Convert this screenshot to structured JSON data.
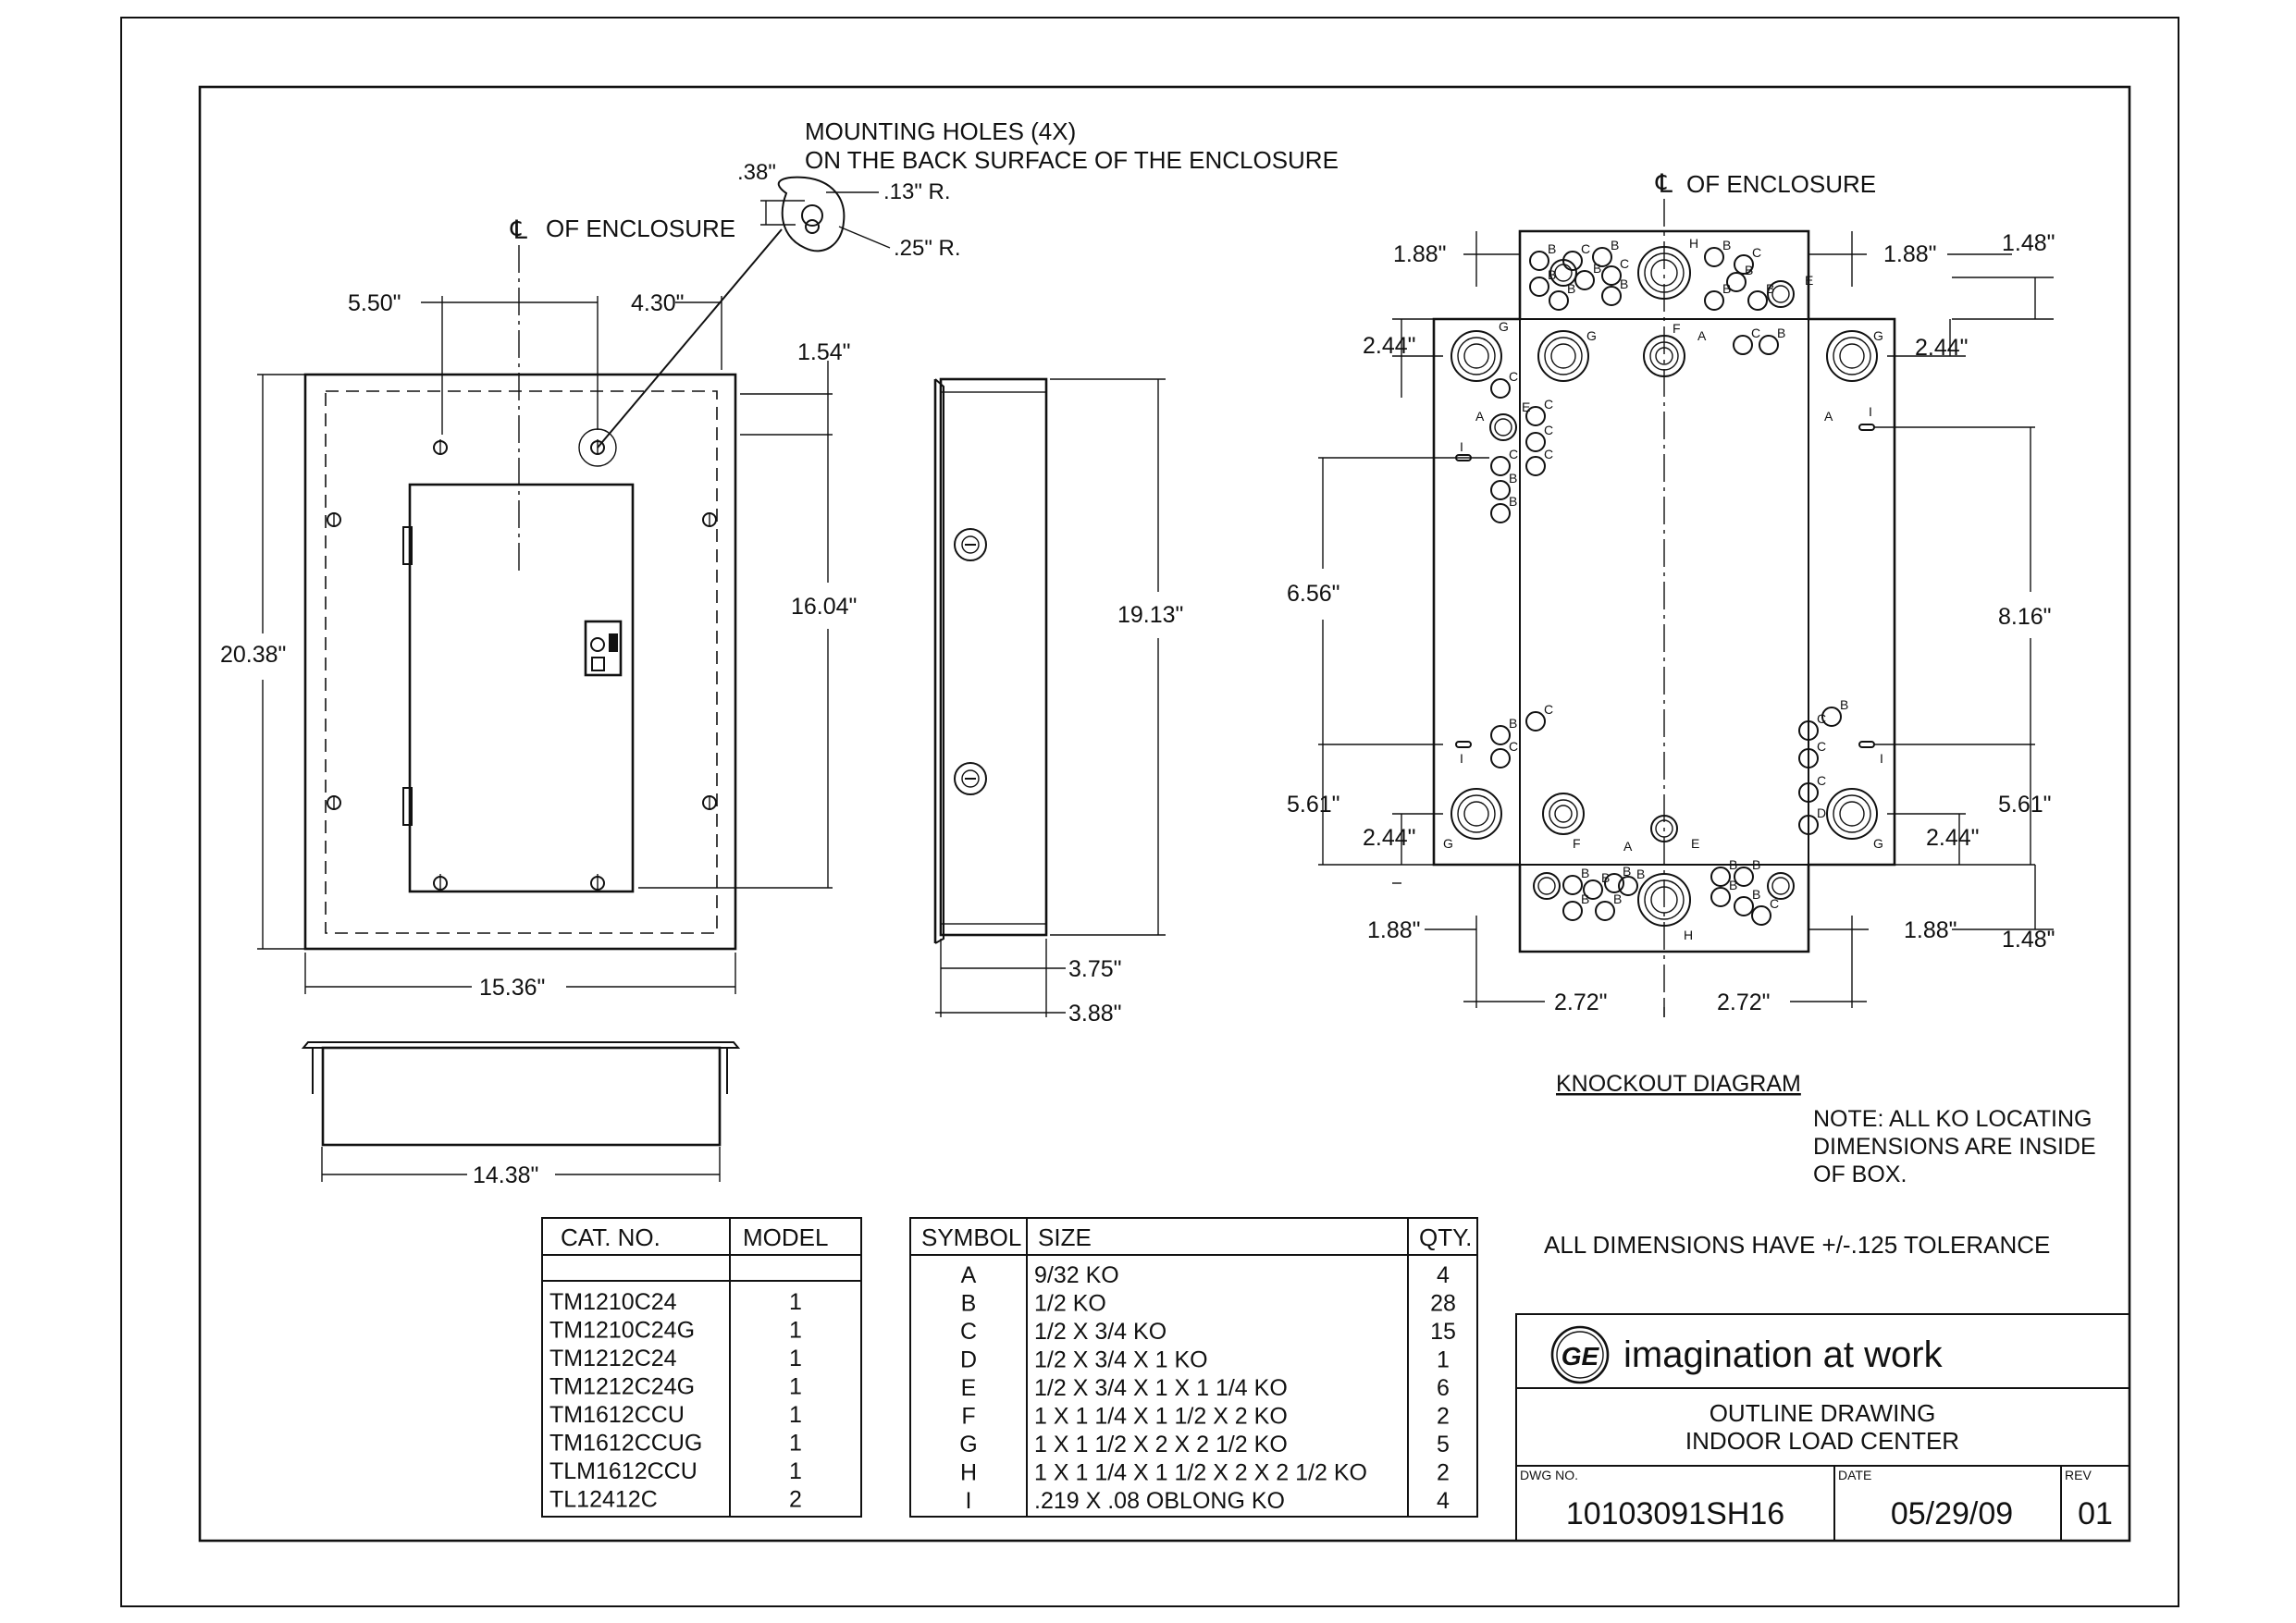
{
  "notes": {
    "mounting_holes_1": "MOUNTING HOLES (4X)",
    "mounting_holes_2": "ON THE BACK SURFACE OF THE ENCLOSURE",
    "cl_enclosure_front": "OF ENCLOSURE",
    "cl_enclosure_ko": "OF ENCLOSURE",
    "cl_symbol": "℄",
    "knockout_title": "KNOCKOUT DIAGRAM",
    "ko_note_1": "NOTE: ALL KO LOCATING",
    "ko_note_2": "DIMENSIONS ARE INSIDE",
    "ko_note_3": "OF BOX.",
    "tolerance": "ALL DIMENSIONS HAVE +/-.125  TOLERANCE"
  },
  "dims": {
    "hole_38": ".38\"",
    "hole_13r": ".13\" R.",
    "hole_25r": ".25\" R.",
    "d_550": "5.50\"",
    "d_430": "4.30\"",
    "d_154": "1.54\"",
    "d_1604": "16.04\"",
    "d_2038": "20.38\"",
    "d_1536": "15.36\"",
    "d_1438": "14.38\"",
    "d_1913": "19.13\"",
    "d_375": "3.75\"",
    "d_388": "3.88\"",
    "k_188_tl": "1.88\"",
    "k_188_tr": "1.88\"",
    "k_148_t": "1.48\"",
    "k_244_tl": "2.44\"",
    "k_244_tr": "2.44\"",
    "k_656": "6.56\"",
    "k_816": "8.16\"",
    "k_561_l": "5.61\"",
    "k_561_r": "5.61\"",
    "k_244_bl": "2.44\"",
    "k_244_br": "2.44\"",
    "k_188_bl": "1.88\"",
    "k_188_br": "1.88\"",
    "k_148_b": "1.48\"",
    "k_272_l": "2.72\"",
    "k_272_r": "2.72\""
  },
  "catalog_table": {
    "headers": [
      "CAT. NO.",
      "MODEL"
    ],
    "rows": [
      [
        "TM1210C24",
        "1"
      ],
      [
        "TM1210C24G",
        "1"
      ],
      [
        "TM1212C24",
        "1"
      ],
      [
        "TM1212C24G",
        "1"
      ],
      [
        "TM1612CCU",
        "1"
      ],
      [
        "TM1612CCUG",
        "1"
      ],
      [
        "TLM1612CCU",
        "1"
      ],
      [
        "TL12412C",
        "2"
      ]
    ]
  },
  "symbol_table": {
    "headers": [
      "SYMBOL",
      "SIZE",
      "QTY."
    ],
    "rows": [
      [
        "A",
        "9/32 KO",
        "4"
      ],
      [
        "B",
        "1/2 KO",
        "28"
      ],
      [
        "C",
        "1/2 X 3/4 KO",
        "15"
      ],
      [
        "D",
        "1/2  X 3/4 X 1 KO",
        "1"
      ],
      [
        "E",
        "1/2  X 3/4 X 1 X 1 1/4 KO",
        "6"
      ],
      [
        "F",
        "1 X 1 1/4 X 1 1/2 X 2 KO",
        "2"
      ],
      [
        "G",
        "1 X 1 1/2  X 2  X 2 1/2 KO",
        "5"
      ],
      [
        "H",
        "1 X 1 1/4 X 1 1/2 X 2 X 2 1/2 KO",
        "2"
      ],
      [
        "I",
        ".219 X .08 OBLONG KO",
        "4"
      ]
    ]
  },
  "title_block": {
    "logo_text": "GE",
    "tagline": "imagination at work",
    "title_1": "OUTLINE DRAWING",
    "title_2": "INDOOR LOAD CENTER",
    "dwg_label": "DWG NO.",
    "dwg_no": "10103091SH16",
    "date_label": "DATE",
    "date": "05/29/09",
    "rev_label": "REV",
    "rev": "01"
  },
  "ko_letters": {
    "A": "A",
    "B": "B",
    "C": "C",
    "D": "D",
    "E": "E",
    "F": "F",
    "G": "G",
    "H": "H",
    "I": "I"
  }
}
